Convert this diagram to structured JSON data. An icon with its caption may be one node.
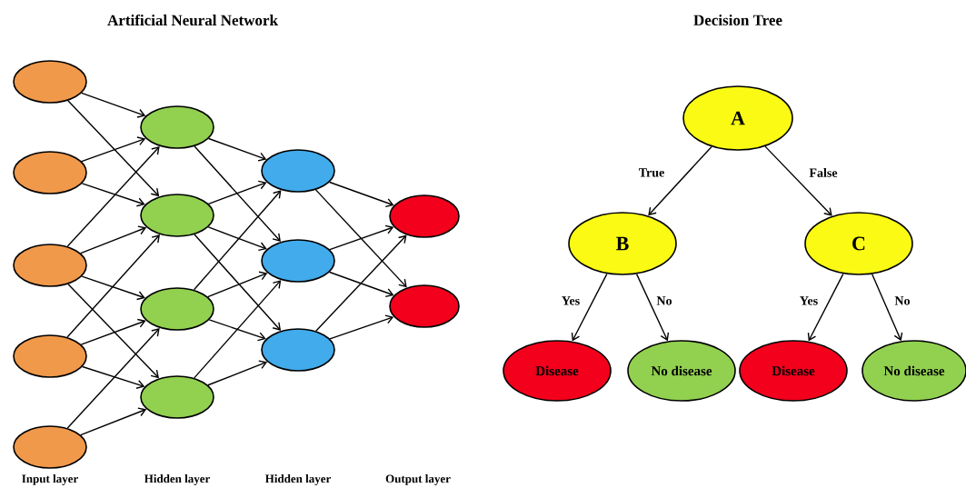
{
  "diagram": {
    "nodes": [
      {
        "text": [],
        "shape": "ellipse"
      },
      {
        "text": [],
        "shape": "ellipse"
      },
      {
        "text": [],
        "shape": "ellipse"
      },
      {
        "text": [],
        "shape": "ellipse"
      },
      {
        "text": [],
        "shape": "ellipse"
      },
      {
        "text": [],
        "shape": "ellipse"
      },
      {
        "text": [],
        "shape": "ellipse"
      },
      {
        "text": [],
        "shape": "ellipse"
      },
      {
        "text": [],
        "shape": "ellipse"
      },
      {
        "text": [],
        "shape": "ellipse"
      },
      {
        "text": [],
        "shape": "ellipse"
      },
      {
        "text": [],
        "shape": "ellipse"
      },
      {
        "text": [],
        "shape": "ellipse"
      },
      {
        "text": [],
        "shape": "ellipse"
      },
      {
        "text": [
          "A"
        ]
      },
      {
        "text": [
          "B"
        ]
      },
      {
        "text": [
          "C"
        ]
      },
      {
        "text": [
          "Disease"
        ]
      },
      {
        "text": [
          "No disease"
        ]
      },
      {
        "text": [
          "Disease"
        ]
      },
      {
        "text": [
          "No disease"
        ]
      }
    ],
    "edges": [
      {
        "from": 0,
        "to": 5,
        "arrow": "to"
      },
      {
        "from": 0,
        "to": 6,
        "arrow": "to"
      },
      {
        "from": 1,
        "to": 5,
        "arrow": "to"
      },
      {
        "from": 1,
        "to": 6,
        "arrow": "to"
      },
      {
        "from": 2,
        "to": 5,
        "arrow": "to"
      },
      {
        "from": 2,
        "to": 6,
        "arrow": "to"
      },
      {
        "from": 2,
        "to": 7,
        "arrow": "to"
      },
      {
        "from": 2,
        "to": 8,
        "arrow": "to"
      },
      {
        "from": 3,
        "to": 6,
        "arrow": "to"
      },
      {
        "from": 3,
        "to": 7,
        "arrow": "to"
      },
      {
        "from": 3,
        "to": 8,
        "arrow": "to"
      },
      {
        "from": 4,
        "to": 7,
        "arrow": "to"
      },
      {
        "from": 4,
        "to": 8,
        "arrow": "to"
      },
      {
        "from": 5,
        "to": 9,
        "arrow": "to"
      },
      {
        "from": 5,
        "to": 10,
        "arrow": "to"
      },
      {
        "from": 6,
        "to": 9,
        "arrow": "to"
      },
      {
        "from": 6,
        "to": 10,
        "arrow": "to"
      },
      {
        "from": 6,
        "to": 11,
        "arrow": "to"
      },
      {
        "from": 7,
        "to": 9,
        "arrow": "to"
      },
      {
        "from": 7,
        "to": 10,
        "arrow": "to"
      },
      {
        "from": 7,
        "to": 11,
        "arrow": "to"
      },
      {
        "from": 8,
        "to": 10,
        "arrow": "to"
      },
      {
        "from": 8,
        "to": 11,
        "arrow": "to"
      },
      {
        "from": 9,
        "to": 12,
        "arrow": "to"
      },
      {
        "from": 9,
        "to": 13,
        "arrow": "to"
      },
      {
        "from": 10,
        "to": 12,
        "arrow": "to"
      },
      {
        "from": 10,
        "to": 13,
        "arrow": "to"
      },
      {
        "from": 11,
        "to": 12,
        "arrow": "to"
      },
      {
        "from": 11,
        "to": 13,
        "arrow": "to"
      },
      {
        "from": 14,
        "to": 15,
        "arrow": "to",
        "label": "True"
      },
      {
        "from": 14,
        "to": 16,
        "arrow": "to",
        "label": "False"
      },
      {
        "from": 15,
        "to": 17,
        "arrow": "to",
        "label": "Yes"
      },
      {
        "from": 15,
        "to": 18,
        "arrow": "to",
        "label": "No"
      },
      {
        "from": 16,
        "to": 19,
        "arrow": "to",
        "label": "Yes"
      },
      {
        "from": 16,
        "to": 20,
        "arrow": "to",
        "label": "No"
      }
    ],
    "labels": [
      "Artificial Neural Network",
      "Decision Tree",
      "Input layer",
      "Hidden layer",
      "Hidden layer",
      "Output layer"
    ]
  }
}
